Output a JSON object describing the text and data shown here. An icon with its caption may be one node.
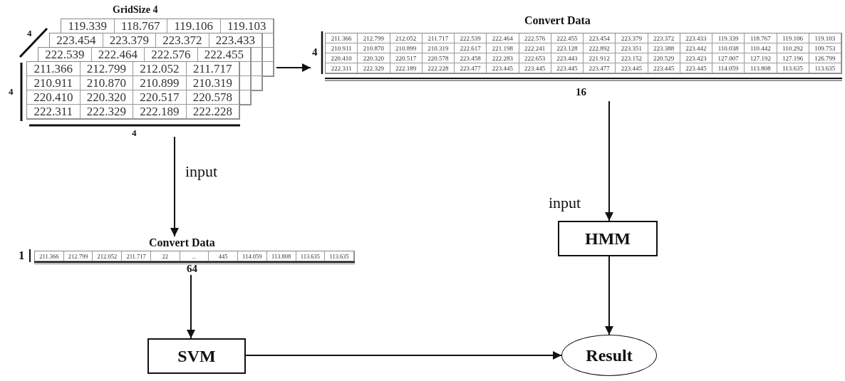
{
  "diagram": {
    "nodes": [
      {
        "text": [
          "GridSize 4",
          "119.339",
          "118.767",
          "119.106",
          "119.103",
          "223.454",
          "223.379",
          "223.372",
          "223.433",
          "222.539",
          "222.464",
          "222.576",
          "222.455",
          "211.366",
          "212.799",
          "212.052",
          "211.717",
          "210.911",
          "210.870",
          "210.899",
          "210.319",
          "220.410",
          "220.320",
          "220.517",
          "220.578",
          "222.311",
          "222.329",
          "222.189",
          "222.228"
        ]
      },
      {
        "text": [
          "Convert Data",
          "211.366",
          "212.799",
          "212.052",
          "211.717",
          "222.539",
          "222.464",
          "222.576",
          "222.455",
          "223.454",
          "223.379",
          "223.372",
          "223.433",
          "119.339",
          "118.767",
          "119.106",
          "119.103",
          "210.911",
          "210.870",
          "210.899",
          "210.319",
          "222.617",
          "221.198",
          "222.241",
          "223.128",
          "222.892",
          "223.351",
          "223.388",
          "223.442",
          "110.038",
          "110.442",
          "110.292",
          "109.753",
          "220.410",
          "220.320",
          "220.517",
          "220.578",
          "223.458",
          "222.283",
          "222.653",
          "223.443",
          "221.912",
          "223.152",
          "220.529",
          "223.423",
          "127.007",
          "127.192",
          "127.196",
          "126.799",
          "222.311",
          "222.329",
          "222.189",
          "222.228",
          "223.477",
          "223.445",
          "223.445",
          "223.445",
          "223.477",
          "223.445",
          "223.445",
          "223.445",
          "114.059",
          "113.808",
          "113.635",
          "113.635"
        ]
      },
      {
        "text": [
          "Convert Data",
          "211.366",
          "212.799",
          "212.052",
          "211.717",
          "22",
          "...",
          "445",
          "114.059",
          "113.808",
          "113.635",
          "113.635"
        ]
      },
      {
        "text": [
          "HMM"
        ]
      },
      {
        "text": [
          "SVM"
        ]
      },
      {
        "text": [
          "Result"
        ]
      }
    ],
    "edges": [
      {
        "from": 0,
        "to": 1,
        "arrow": "to"
      },
      {
        "from": 0,
        "to": 2,
        "arrow": "to",
        "label": "input"
      },
      {
        "from": 1,
        "to": 3,
        "arrow": "to",
        "label": "input"
      },
      {
        "from": 2,
        "to": 4,
        "arrow": "to"
      },
      {
        "from": 3,
        "to": 5,
        "arrow": "to"
      },
      {
        "from": 4,
        "to": 5,
        "arrow": "to"
      }
    ],
    "labels": [
      "4",
      "4",
      "4",
      "4",
      "16",
      "1",
      "64"
    ]
  }
}
